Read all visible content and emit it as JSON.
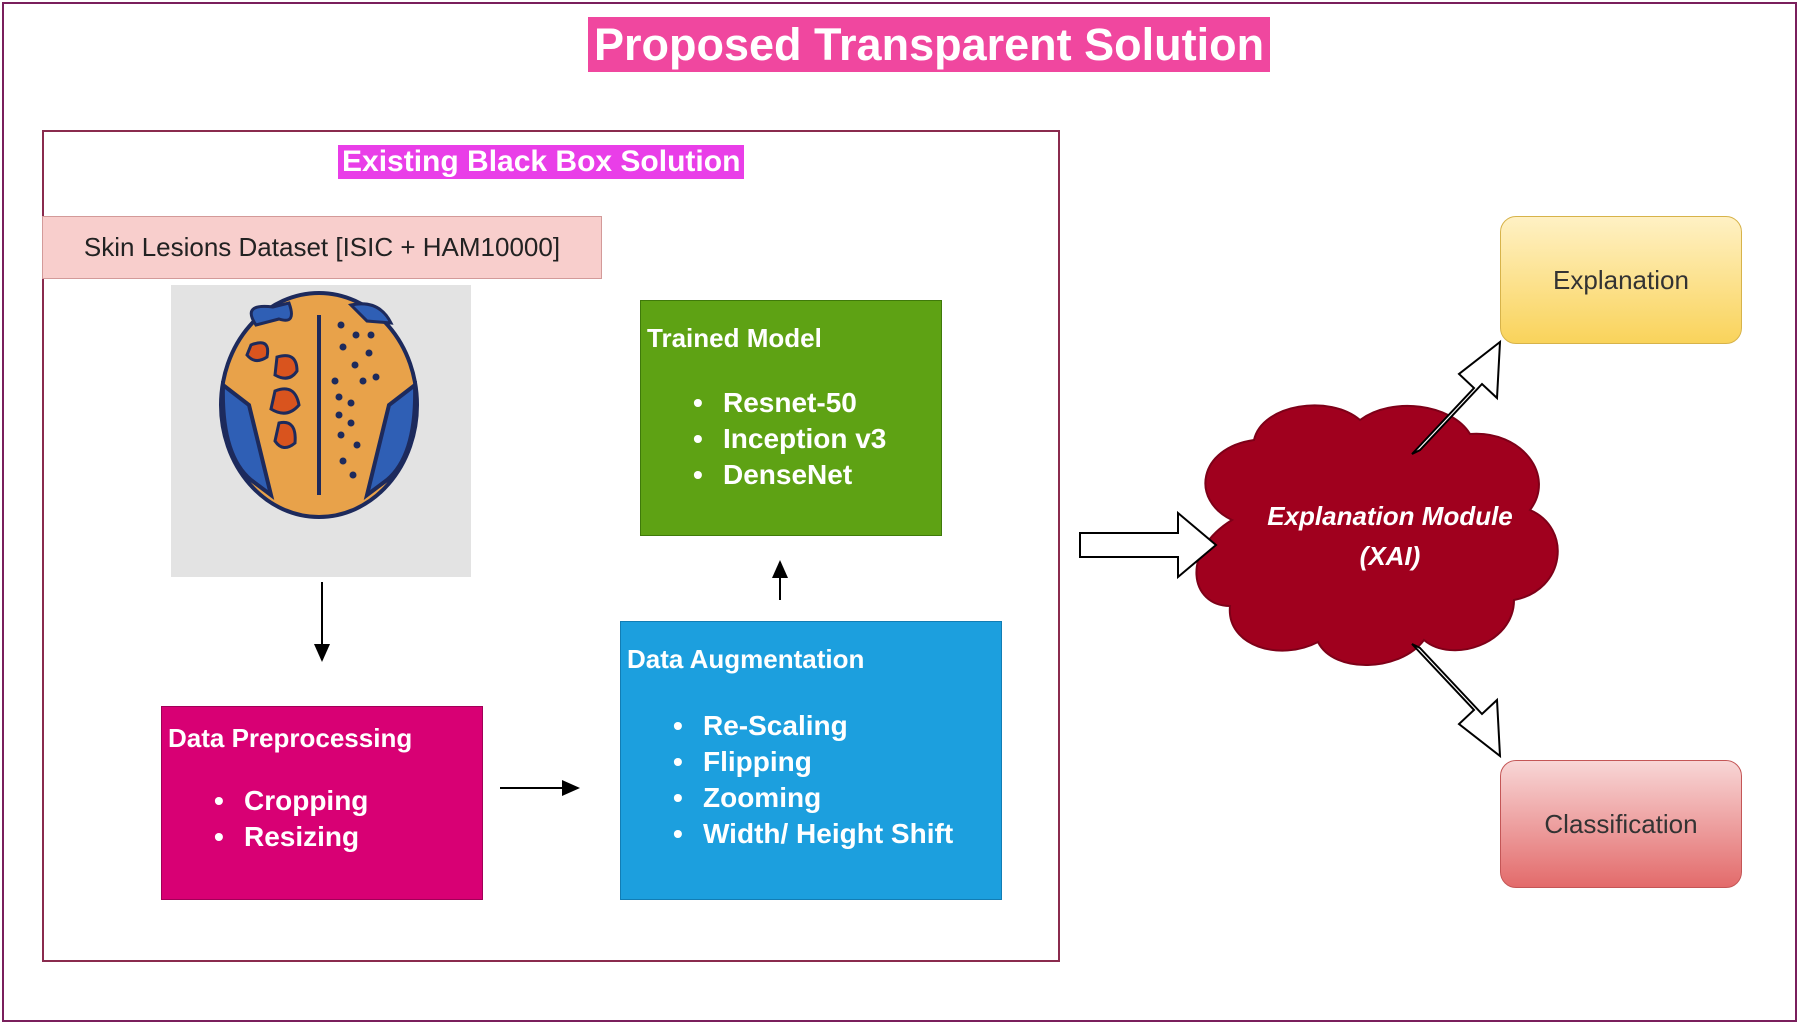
{
  "title": "Proposed Transparent Solution",
  "black_box": {
    "title": "Existing Black Box Solution",
    "dataset_label": "Skin Lesions Dataset [ISIC + HAM10000]",
    "trained_model": {
      "title": "Trained Model",
      "items": [
        "Resnet-50",
        "Inception v3",
        "DenseNet"
      ]
    },
    "preprocessing": {
      "title": "Data Preprocessing",
      "items": [
        "Cropping",
        "Resizing"
      ]
    },
    "augmentation": {
      "title": "Data Augmentation",
      "items": [
        "Re-Scaling",
        "Flipping",
        "Zooming",
        "Width/ Height Shift"
      ]
    }
  },
  "xai": {
    "line1": "Explanation Module",
    "line2": "(XAI)"
  },
  "outputs": {
    "explanation": "Explanation",
    "classification": "Classification"
  },
  "colors": {
    "title_bg": "#f0479f",
    "subtitle_bg": "#e93ee8",
    "trained_model": "#5ea214",
    "preprocessing": "#d80074",
    "augmentation": "#1c9fde",
    "cloud": "#a0001e",
    "explanation": "#f9d35b",
    "classification": "#e36b6b",
    "dataset": "#f8cecc"
  },
  "icons": {
    "dataset_image": "skin-lesion-back-icon"
  }
}
